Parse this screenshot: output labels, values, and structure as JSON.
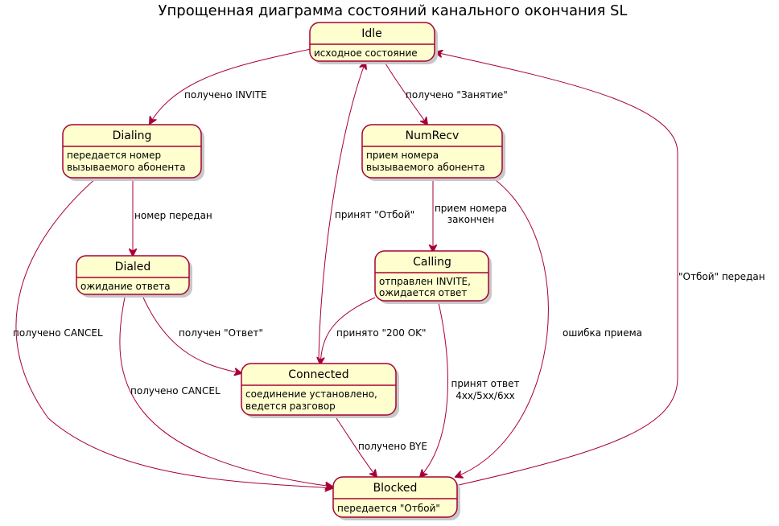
{
  "title": "Упрощенная диаграмма состояний канального окончания SL",
  "states": {
    "idle": {
      "name": "Idle",
      "desc": [
        "исходное состояние"
      ]
    },
    "dialing": {
      "name": "Dialing",
      "desc": [
        "передается номер",
        "вызываемого абонента"
      ]
    },
    "numrecv": {
      "name": "NumRecv",
      "desc": [
        "прием номера",
        "вызываемого абонента"
      ]
    },
    "dialed": {
      "name": "Dialed",
      "desc": [
        "ожидание ответа"
      ]
    },
    "calling": {
      "name": "Calling",
      "desc": [
        "отправлен INVITE,",
        "ожидается ответ"
      ]
    },
    "connected": {
      "name": "Connected",
      "desc": [
        "соединение установлено,",
        "ведется разговор"
      ]
    },
    "blocked": {
      "name": "Blocked",
      "desc": [
        "передается \"Отбой\""
      ]
    }
  },
  "transitions": {
    "idle_dialing": [
      "получено INVITE"
    ],
    "idle_numrecv": [
      "получено \"Занятие\""
    ],
    "dialing_dialed": [
      "номер передан"
    ],
    "dialing_blocked": [
      "получено CANCEL"
    ],
    "numrecv_calling": [
      "прием номера",
      "закончен"
    ],
    "numrecv_blocked": [
      "ошибка приема"
    ],
    "connected_idle": [
      "принят \"Отбой\""
    ],
    "dialed_connected": [
      "получен \"Ответ\""
    ],
    "dialed_blocked": [
      "получено CANCEL"
    ],
    "calling_connected": [
      "принято \"200 OK\""
    ],
    "calling_blocked": [
      "принят ответ",
      "4xx/5xx/6xx"
    ],
    "connected_blocked": [
      "получено BYE"
    ],
    "blocked_idle": [
      "\"Отбой\" передан"
    ]
  }
}
